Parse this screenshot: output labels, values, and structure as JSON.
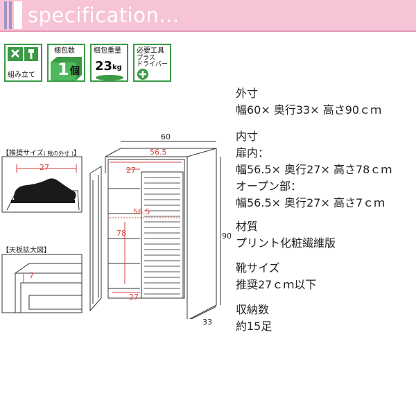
{
  "header": {
    "title": "specification..."
  },
  "icons": [
    {
      "name": "assembly-icon",
      "label": "組み立て"
    },
    {
      "name": "package-count-icon",
      "label": "梱包数",
      "value": "1",
      "unit": "個"
    },
    {
      "name": "package-weight-icon",
      "label": "梱包重量",
      "value": "23",
      "unit": "kg"
    },
    {
      "name": "tool-icon",
      "label": "必要工具",
      "sub1": "プラス",
      "sub2": "ドライバー"
    }
  ],
  "specs": {
    "outer_title": "外寸",
    "outer_value": "幅60× 奥行33× 高さ90ｃｍ",
    "inner_title": "内寸",
    "door_inside_label": "扉内：",
    "door_inside_value": "幅56.5× 奥行27× 高さ78ｃｍ",
    "open_part_label": "オープン部：",
    "open_part_value": "幅56.5× 奥行27× 高さ7ｃｍ",
    "material_title": "材質",
    "material_value": "プリント化粧繊維版",
    "shoe_title": "靴サイズ",
    "shoe_value": "推奨27ｃｍ以下",
    "capacity_title": "収納数",
    "capacity_value": "約15足"
  },
  "diagram": {
    "recommended_size_caption": "【推奨サイズ",
    "recommended_size_note": "( 靴の外寸 )",
    "top_board_caption": "【天板拡大図】",
    "shoe_length": "27",
    "top_board_height": "7",
    "width_outer": "60",
    "width_inner": "56.5",
    "width_middle": "56.5",
    "depth_top": "27",
    "depth_bottom": "27",
    "height_inner": "78",
    "height_outer": "90",
    "depth_outer": "33"
  },
  "colors": {
    "header_bg": "#f7c3d6",
    "icon_green": "#3a9a45",
    "dimension_red": "#d8423e"
  }
}
